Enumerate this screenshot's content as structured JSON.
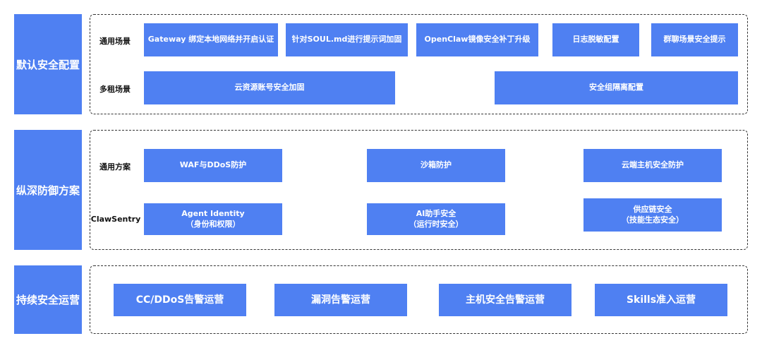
{
  "sections": [
    {
      "title": "默认安全配置",
      "rows": [
        {
          "label": "通用场景",
          "items": [
            "Gateway 绑定本地网络并开启认证",
            "针对SOUL.md进行提示词加固",
            "OpenClaw镜像安全补丁升级",
            "日志脱敏配置",
            "群聊场景安全提示"
          ]
        },
        {
          "label": "多租场景",
          "items": [
            "云资源账号安全加固",
            "安全组隔离配置"
          ]
        }
      ]
    },
    {
      "title": "纵深防御方案",
      "rows": [
        {
          "label": "通用方案",
          "items": [
            "WAF与DDoS防护",
            "沙箱防护",
            "云端主机安全防护"
          ]
        },
        {
          "label": "ClawSentry",
          "items": [
            {
              "line1": "Agent Identity",
              "line2": "（身份和权限）"
            },
            {
              "line1": "AI助手安全",
              "line2": "（运行时安全）"
            },
            {
              "line1": "供应链安全",
              "line2": "（技能生态安全）"
            }
          ]
        }
      ]
    },
    {
      "title": "持续安全运营",
      "items": [
        "CC/DDoS告警运营",
        "漏洞告警运营",
        "主机安全告警运营",
        "Skills准入运营"
      ]
    }
  ]
}
